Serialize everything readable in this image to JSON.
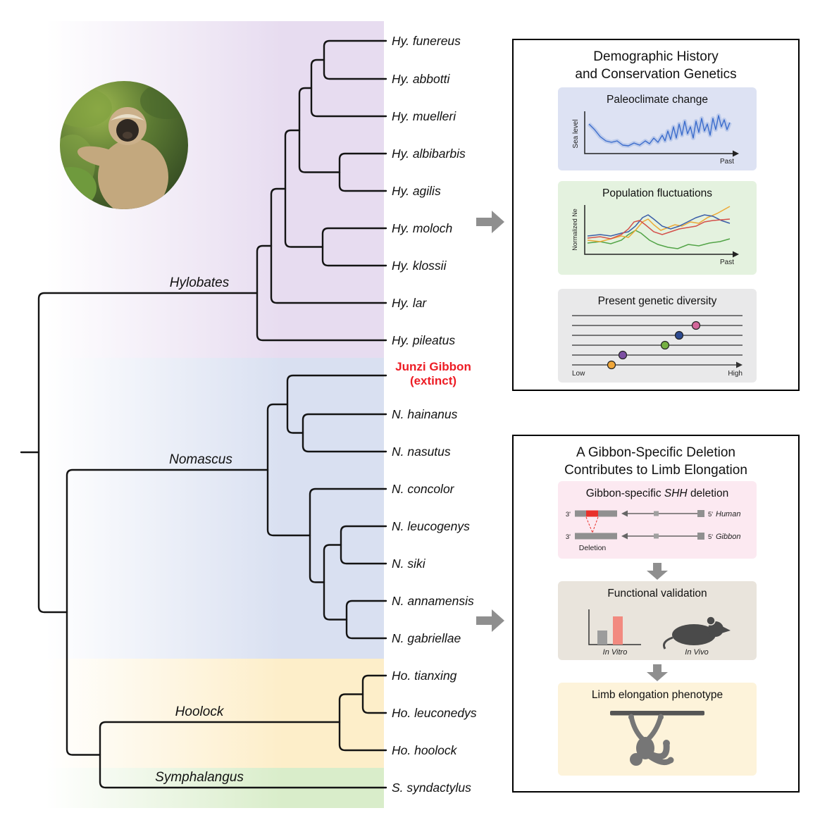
{
  "colors": {
    "hylobates_band": "#e7dcf0",
    "nomascus_band": "#d9e0f1",
    "hoolock_band": "#fdeec9",
    "symphalangus_band": "#d9edca",
    "extinct_red": "#ed1c24",
    "arrow_gray": "#8f8f8f"
  },
  "tree": {
    "genera": [
      "Hylobates",
      "Nomascus",
      "Hoolock",
      "Symphalangus"
    ],
    "tips": [
      "Hy. funereus",
      "Hy. abbotti",
      "Hy. muelleri",
      "Hy. albibarbis",
      "Hy. agilis",
      "Hy. moloch",
      "Hy. klossii",
      "Hy. lar",
      "Hy. pileatus",
      "N. hainanus",
      "N. nasutus",
      "N. concolor",
      "N. leucogenys",
      "N. siki",
      "N. annamensis",
      "N. gabriellae",
      "Ho. tianxing",
      "Ho. leuconedys",
      "Ho. hoolock",
      "S. syndactylus"
    ],
    "extinct": {
      "name": "Junzi Gibbon",
      "status": "(extinct)"
    }
  },
  "panel_demography": {
    "title_line1": "Demographic History",
    "title_line2": "and Conservation Genetics",
    "paleoclimate": {
      "title": "Paleoclimate change",
      "y_axis": "Sea level",
      "x_axis": "Past"
    },
    "population": {
      "title": "Population fluctuations",
      "y_axis": "Normalized Ne",
      "x_axis": "Past"
    },
    "diversity": {
      "title": "Present genetic diversity",
      "low": "Low",
      "high": "High"
    }
  },
  "panel_deletion": {
    "title_line1": "A Gibbon-Specific Deletion",
    "title_line2": "Contributes to Limb Elongation",
    "shh": {
      "title_pre": "Gibbon-specific",
      "title_gene": "SHH",
      "title_post": "deletion",
      "human": "Human",
      "gibbon": "Gibbon",
      "deletion": "Deletion",
      "five_prime": "5'",
      "three_prime": "3'"
    },
    "validation": {
      "title": "Functional validation",
      "in_vitro": "In Vitro",
      "in_vivo": "In Vivo"
    },
    "phenotype": {
      "title": "Limb elongation phenotype"
    }
  }
}
